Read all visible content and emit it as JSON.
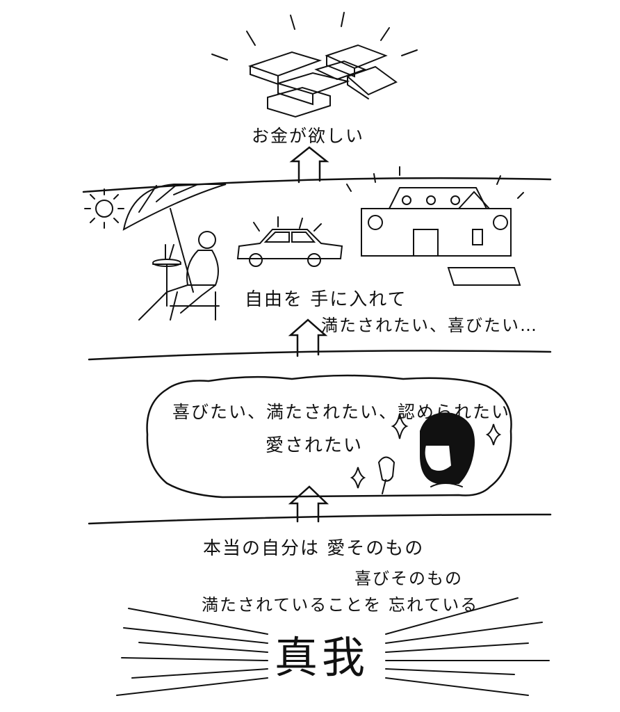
{
  "levels": {
    "top": {
      "text": "お金が欲しい"
    },
    "middle": {
      "line1": "自由を 手に入れて",
      "line2": "満たされたい、喜びたい…"
    },
    "cloud": {
      "line1": "喜びたい、満たされたい、認められたい",
      "line2": "愛されたい"
    },
    "bottom": {
      "line1": "本当の自分は 愛そのもの",
      "line2": "喜びそのもの",
      "line3": "満たされていることを 忘れている",
      "title": "真我"
    }
  }
}
